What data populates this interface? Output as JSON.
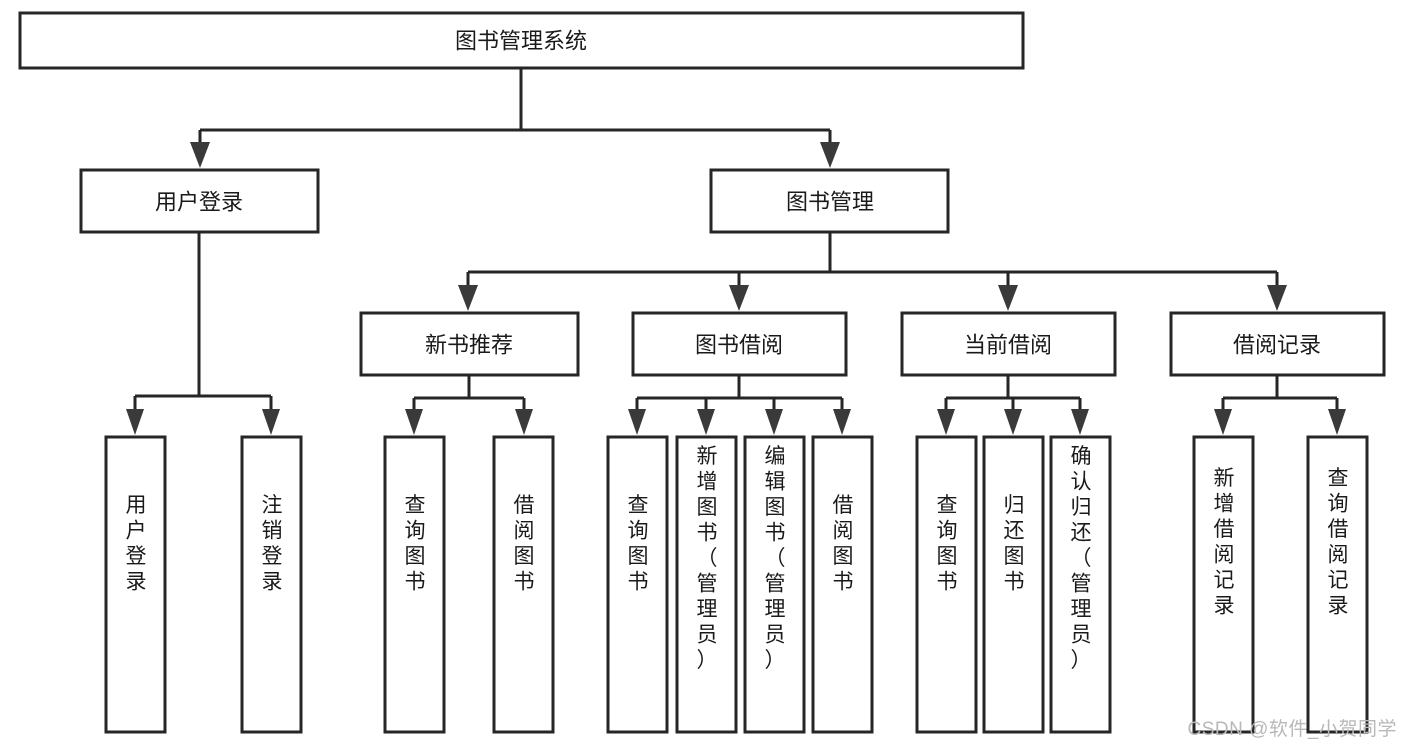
{
  "diagram": {
    "kind": "tree-hierarchy-chart",
    "title": "图书管理系统",
    "root": {
      "id": "root",
      "label": "图书管理系统",
      "orientation": "horizontal"
    },
    "level1": [
      {
        "id": "user-login",
        "label": "用户登录",
        "orientation": "horizontal"
      },
      {
        "id": "book-manage",
        "label": "图书管理",
        "orientation": "horizontal"
      }
    ],
    "level2": [
      {
        "id": "new-book-recommend",
        "label": "新书推荐",
        "orientation": "horizontal",
        "parent": "book-manage"
      },
      {
        "id": "book-borrow",
        "label": "图书借阅",
        "orientation": "horizontal",
        "parent": "book-manage"
      },
      {
        "id": "current-borrow",
        "label": "当前借阅",
        "orientation": "horizontal",
        "parent": "book-manage"
      },
      {
        "id": "borrow-record",
        "label": "借阅记录",
        "orientation": "horizontal",
        "parent": "book-manage"
      }
    ],
    "leaves": [
      {
        "id": "leaf-user-login",
        "label": "用户登录",
        "parent": "user-login",
        "orientation": "vertical"
      },
      {
        "id": "leaf-logout-login",
        "label": "注销登录",
        "parent": "user-login",
        "orientation": "vertical"
      },
      {
        "id": "leaf-query-book-1",
        "label": "查询图书",
        "parent": "new-book-recommend",
        "orientation": "vertical"
      },
      {
        "id": "leaf-borrow-book-1",
        "label": "借阅图书",
        "parent": "new-book-recommend",
        "orientation": "vertical"
      },
      {
        "id": "leaf-query-book-2",
        "label": "查询图书",
        "parent": "book-borrow",
        "orientation": "vertical"
      },
      {
        "id": "leaf-add-book",
        "label": "新增图书（管理员）",
        "parent": "book-borrow",
        "orientation": "vertical"
      },
      {
        "id": "leaf-edit-book",
        "label": "编辑图书（管理员）",
        "parent": "book-borrow",
        "orientation": "vertical"
      },
      {
        "id": "leaf-borrow-book-2",
        "label": "借阅图书",
        "parent": "book-borrow",
        "orientation": "vertical"
      },
      {
        "id": "leaf-query-book-3",
        "label": "查询图书",
        "parent": "current-borrow",
        "orientation": "vertical"
      },
      {
        "id": "leaf-return-book",
        "label": "归还图书",
        "parent": "current-borrow",
        "orientation": "vertical"
      },
      {
        "id": "leaf-confirm-return",
        "label": "确认归还（管理员）",
        "parent": "current-borrow",
        "orientation": "vertical"
      },
      {
        "id": "leaf-add-record",
        "label": "新增借阅记录",
        "parent": "borrow-record",
        "orientation": "vertical"
      },
      {
        "id": "leaf-query-record",
        "label": "查询借阅记录",
        "parent": "borrow-record",
        "orientation": "vertical"
      }
    ],
    "colors": {
      "border": "#262626",
      "fill": "#ffffff",
      "text": "#1a1a1a",
      "arrow": "#3a3a3a",
      "watermark": "#b8b8b8",
      "background": "#ffffff"
    }
  },
  "watermark": {
    "text": "CSDN @软件_小贺同学"
  }
}
